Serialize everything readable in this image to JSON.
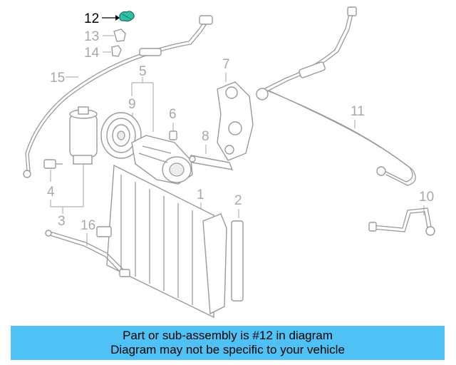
{
  "diagram": {
    "highlighted_part": "12",
    "highlight_color": "#2fbfa3",
    "callouts": {
      "c1": "1",
      "c2": "2",
      "c3": "3",
      "c4": "4",
      "c5": "5",
      "c6": "6",
      "c7": "7",
      "c8": "8",
      "c9": "9",
      "c10": "10",
      "c11": "11",
      "c12": "12",
      "c13": "13",
      "c14": "14",
      "c15": "15",
      "c16": "16"
    }
  },
  "banner": {
    "line1": "Part or sub-assembly is #12 in diagram",
    "line2": "Diagram may not be specific to your vehicle",
    "background": "#4fc1f5"
  }
}
